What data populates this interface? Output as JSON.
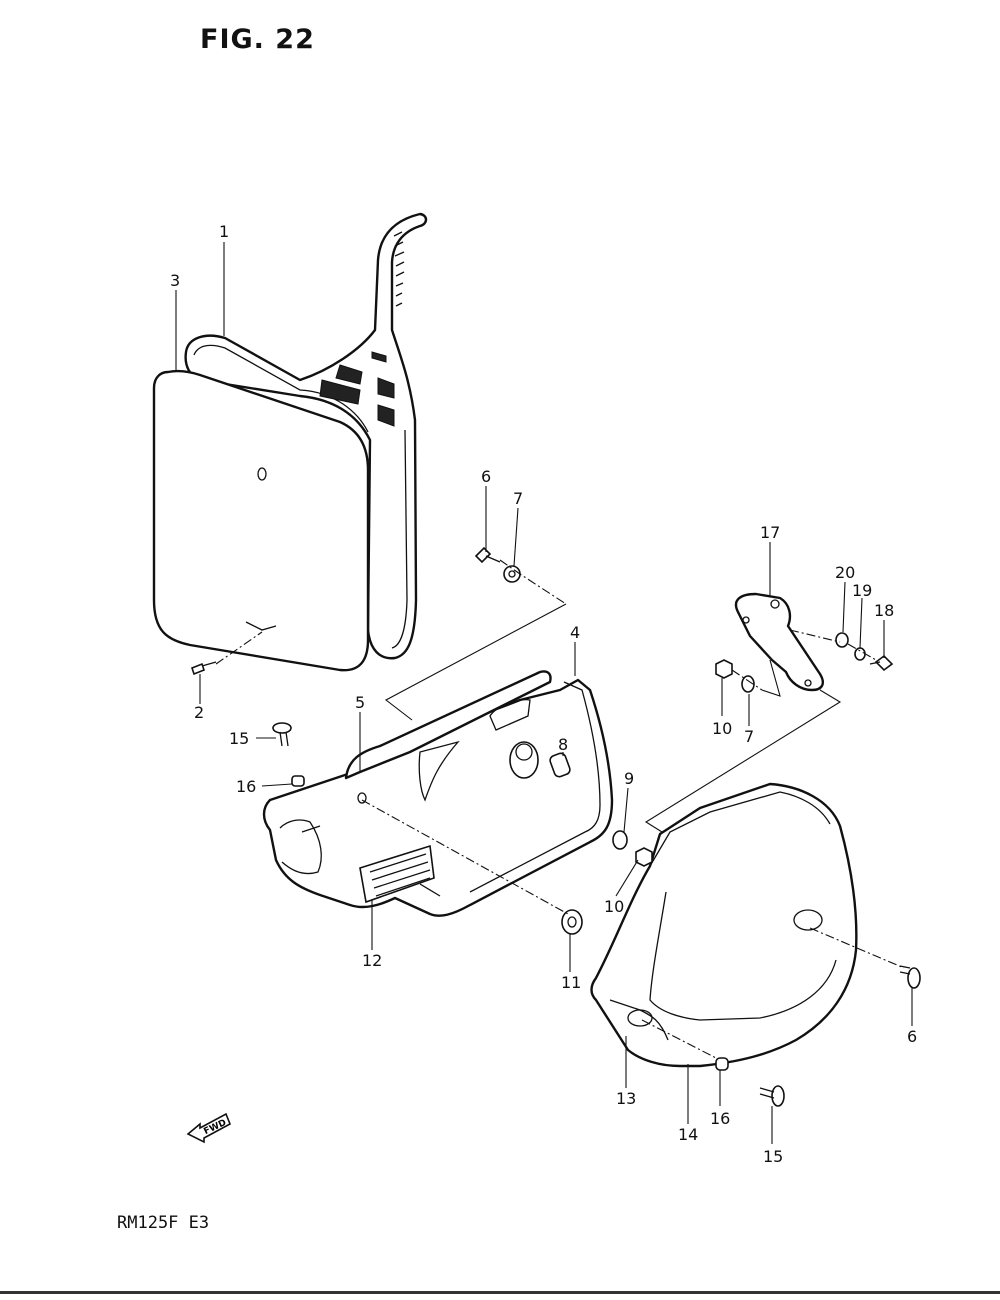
{
  "figure": {
    "title": "FIG. 22",
    "model_code": "RM125F  E3",
    "fwd_label": "FWD"
  },
  "callouts": [
    {
      "id": "c1",
      "label": "1"
    },
    {
      "id": "c3",
      "label": "3"
    },
    {
      "id": "c2",
      "label": "2"
    },
    {
      "id": "c6a",
      "label": "6"
    },
    {
      "id": "c7a",
      "label": "7"
    },
    {
      "id": "c4",
      "label": "4"
    },
    {
      "id": "c5",
      "label": "5"
    },
    {
      "id": "c15a",
      "label": "15"
    },
    {
      "id": "c16a",
      "label": "16"
    },
    {
      "id": "c8",
      "label": "8"
    },
    {
      "id": "c9",
      "label": "9"
    },
    {
      "id": "c10a",
      "label": "10"
    },
    {
      "id": "c12",
      "label": "12"
    },
    {
      "id": "c11",
      "label": "11"
    },
    {
      "id": "c17",
      "label": "17"
    },
    {
      "id": "c20",
      "label": "20"
    },
    {
      "id": "c19",
      "label": "19"
    },
    {
      "id": "c18",
      "label": "18"
    },
    {
      "id": "c10b",
      "label": "10"
    },
    {
      "id": "c7b",
      "label": "7"
    },
    {
      "id": "c6b",
      "label": "6"
    },
    {
      "id": "c13",
      "label": "13"
    },
    {
      "id": "c14",
      "label": "14"
    },
    {
      "id": "c16b",
      "label": "16"
    },
    {
      "id": "c15b",
      "label": "15"
    }
  ]
}
